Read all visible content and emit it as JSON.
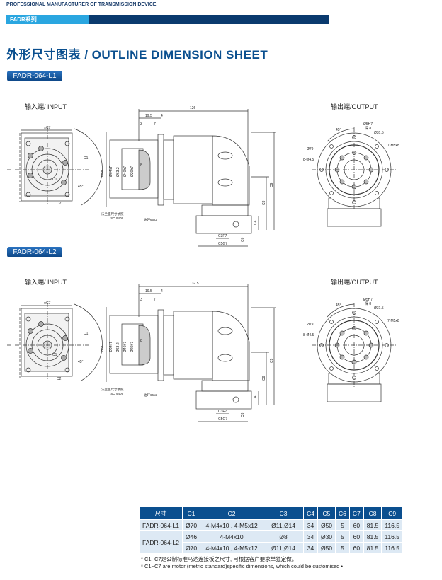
{
  "header": {
    "tagline": "PROFESSIONAL MANUFACTURER OF TRANSMISSION DEVICE",
    "series": "FADR系列",
    "title": "外形尺寸图表 / OUTLINE DIMENSION SHEET"
  },
  "colors": {
    "primary": "#0a3a6e",
    "accent": "#2aa6e0",
    "title": "#0a4f8f"
  },
  "sections": [
    {
      "model": "FADR-064-L1",
      "input_label": "输入端/ INPUT",
      "output_label": "输出端/OUTPUT",
      "dims": {
        "length": "126",
        "d195": "19.5",
        "d4": "4",
        "d3": "3",
        "d7": "7",
        "d8": "8",
        "c7": "□C7",
        "c1": "C1",
        "c2": "C2",
        "angle45": "45°",
        "d88": "Ø88",
        "d64": "Ø64h7",
        "d632": "Ø63.2",
        "d40": "Ø40h7",
        "d20": "Ø20h7",
        "flange_note": "法兰面尺寸依照",
        "iso": "ISO 9409",
        "oring": "油环66x2",
        "c3": "C3F7",
        "c4": "C4",
        "c5": "C5G7",
        "c6": "C6",
        "c8": "C8",
        "c9": "C9",
        "o_d5": "Ø5H7",
        "o_depth": "深 8",
        "o_d315": "Ø31.5",
        "o_m5": "7-M5x8",
        "o_d79": "Ø79",
        "o_holes": "8-Ø4.5",
        "o_angle": "45°"
      }
    },
    {
      "model": "FADR-064-L2",
      "input_label": "输入端/ INPUT",
      "output_label": "输出端/OUTPUT",
      "dims": {
        "length": "132.5",
        "d195": "19.5",
        "d4": "4",
        "d3": "3",
        "d7": "7",
        "d8": "8",
        "c7": "□C7",
        "c1": "C1",
        "c2": "C2",
        "angle45": "45°",
        "d88": "Ø88",
        "d64": "Ø64h7",
        "d632": "Ø63.2",
        "d40": "Ø40h7",
        "d20": "Ø20h7",
        "flange_note": "法兰面尺寸依照",
        "iso": "ISO 9409",
        "oring": "油环66x2",
        "c3": "C3F7",
        "c4": "C4",
        "c5": "C5G7",
        "c6": "C6",
        "c8": "C8",
        "c9": "C9",
        "o_d5": "Ø5H7",
        "o_depth": "深 8",
        "o_d315": "Ø31.5",
        "o_m5": "7-M5x8",
        "o_d79": "Ø79",
        "o_holes": "8-Ø4.5",
        "o_angle": "45°"
      }
    }
  ],
  "table": {
    "headers": [
      "尺寸",
      "C1",
      "C2",
      "C3",
      "C4",
      "C5",
      "C6",
      "C7",
      "C8",
      "C9"
    ],
    "rows": [
      {
        "model": "FADR-064-L1",
        "cells": [
          "Ø70",
          "4-M4x10 , 4-M5x12",
          "Ø11,Ø14",
          "34",
          "Ø50",
          "5",
          "60",
          "81.5",
          "116.5"
        ]
      },
      {
        "model": "FADR-064-L2",
        "cells": [
          "Ø46",
          "4-M4x10",
          "Ø8",
          "34",
          "Ø30",
          "5",
          "60",
          "81.5",
          "116.5"
        ]
      },
      {
        "model": "",
        "cells": [
          "Ø70",
          "4-M4x10 , 4-M5x12",
          "Ø11,Ø14",
          "34",
          "Ø50",
          "5",
          "60",
          "81.5",
          "116.5"
        ]
      }
    ]
  },
  "notes": [
    "* C1~C7是公制标准马达连接板之尺寸, 可根据客户要求单独定做。",
    "* C1~C7 are motor (metric standard)specific dimensions, which could be customised •"
  ]
}
